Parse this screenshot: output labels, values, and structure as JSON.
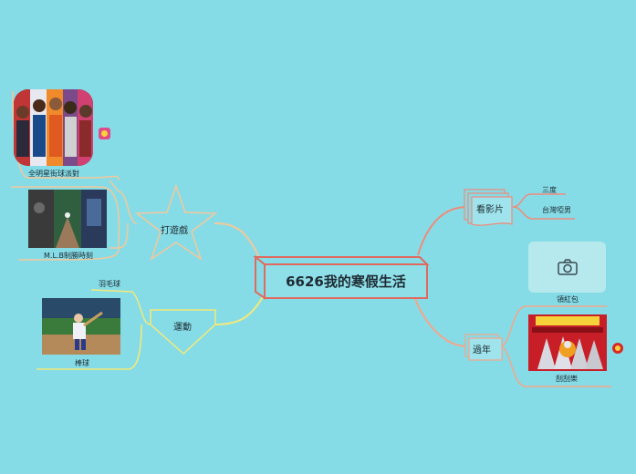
{
  "central": {
    "title": "6626我的寒假生活"
  },
  "branches": {
    "games": {
      "label": "打遊戲",
      "items": [
        {
          "caption": "全明星街球派對"
        },
        {
          "caption": "M.L.B制勝時刻"
        }
      ]
    },
    "sports": {
      "label": "運動",
      "items": [
        {
          "caption": "羽毛球"
        },
        {
          "caption": "棒球"
        }
      ]
    },
    "movies": {
      "label": "看影片",
      "items": [
        {
          "caption": "三度"
        },
        {
          "caption": "台灣啞男"
        }
      ]
    },
    "newyear": {
      "label": "過年",
      "items": [
        {
          "caption": "領紅包"
        },
        {
          "caption": "刮刮樂"
        }
      ]
    }
  },
  "icons": {
    "camera": "camera-icon",
    "sticker_left": "badge-icon",
    "sticker_right": "badge-icon"
  },
  "colors": {
    "background": "#86dce6",
    "central_border": "#e06a5f",
    "games": "#f3c89b",
    "sports": "#f2e97a",
    "movies": "#f08a7b",
    "newyear": "#f5a58a"
  }
}
